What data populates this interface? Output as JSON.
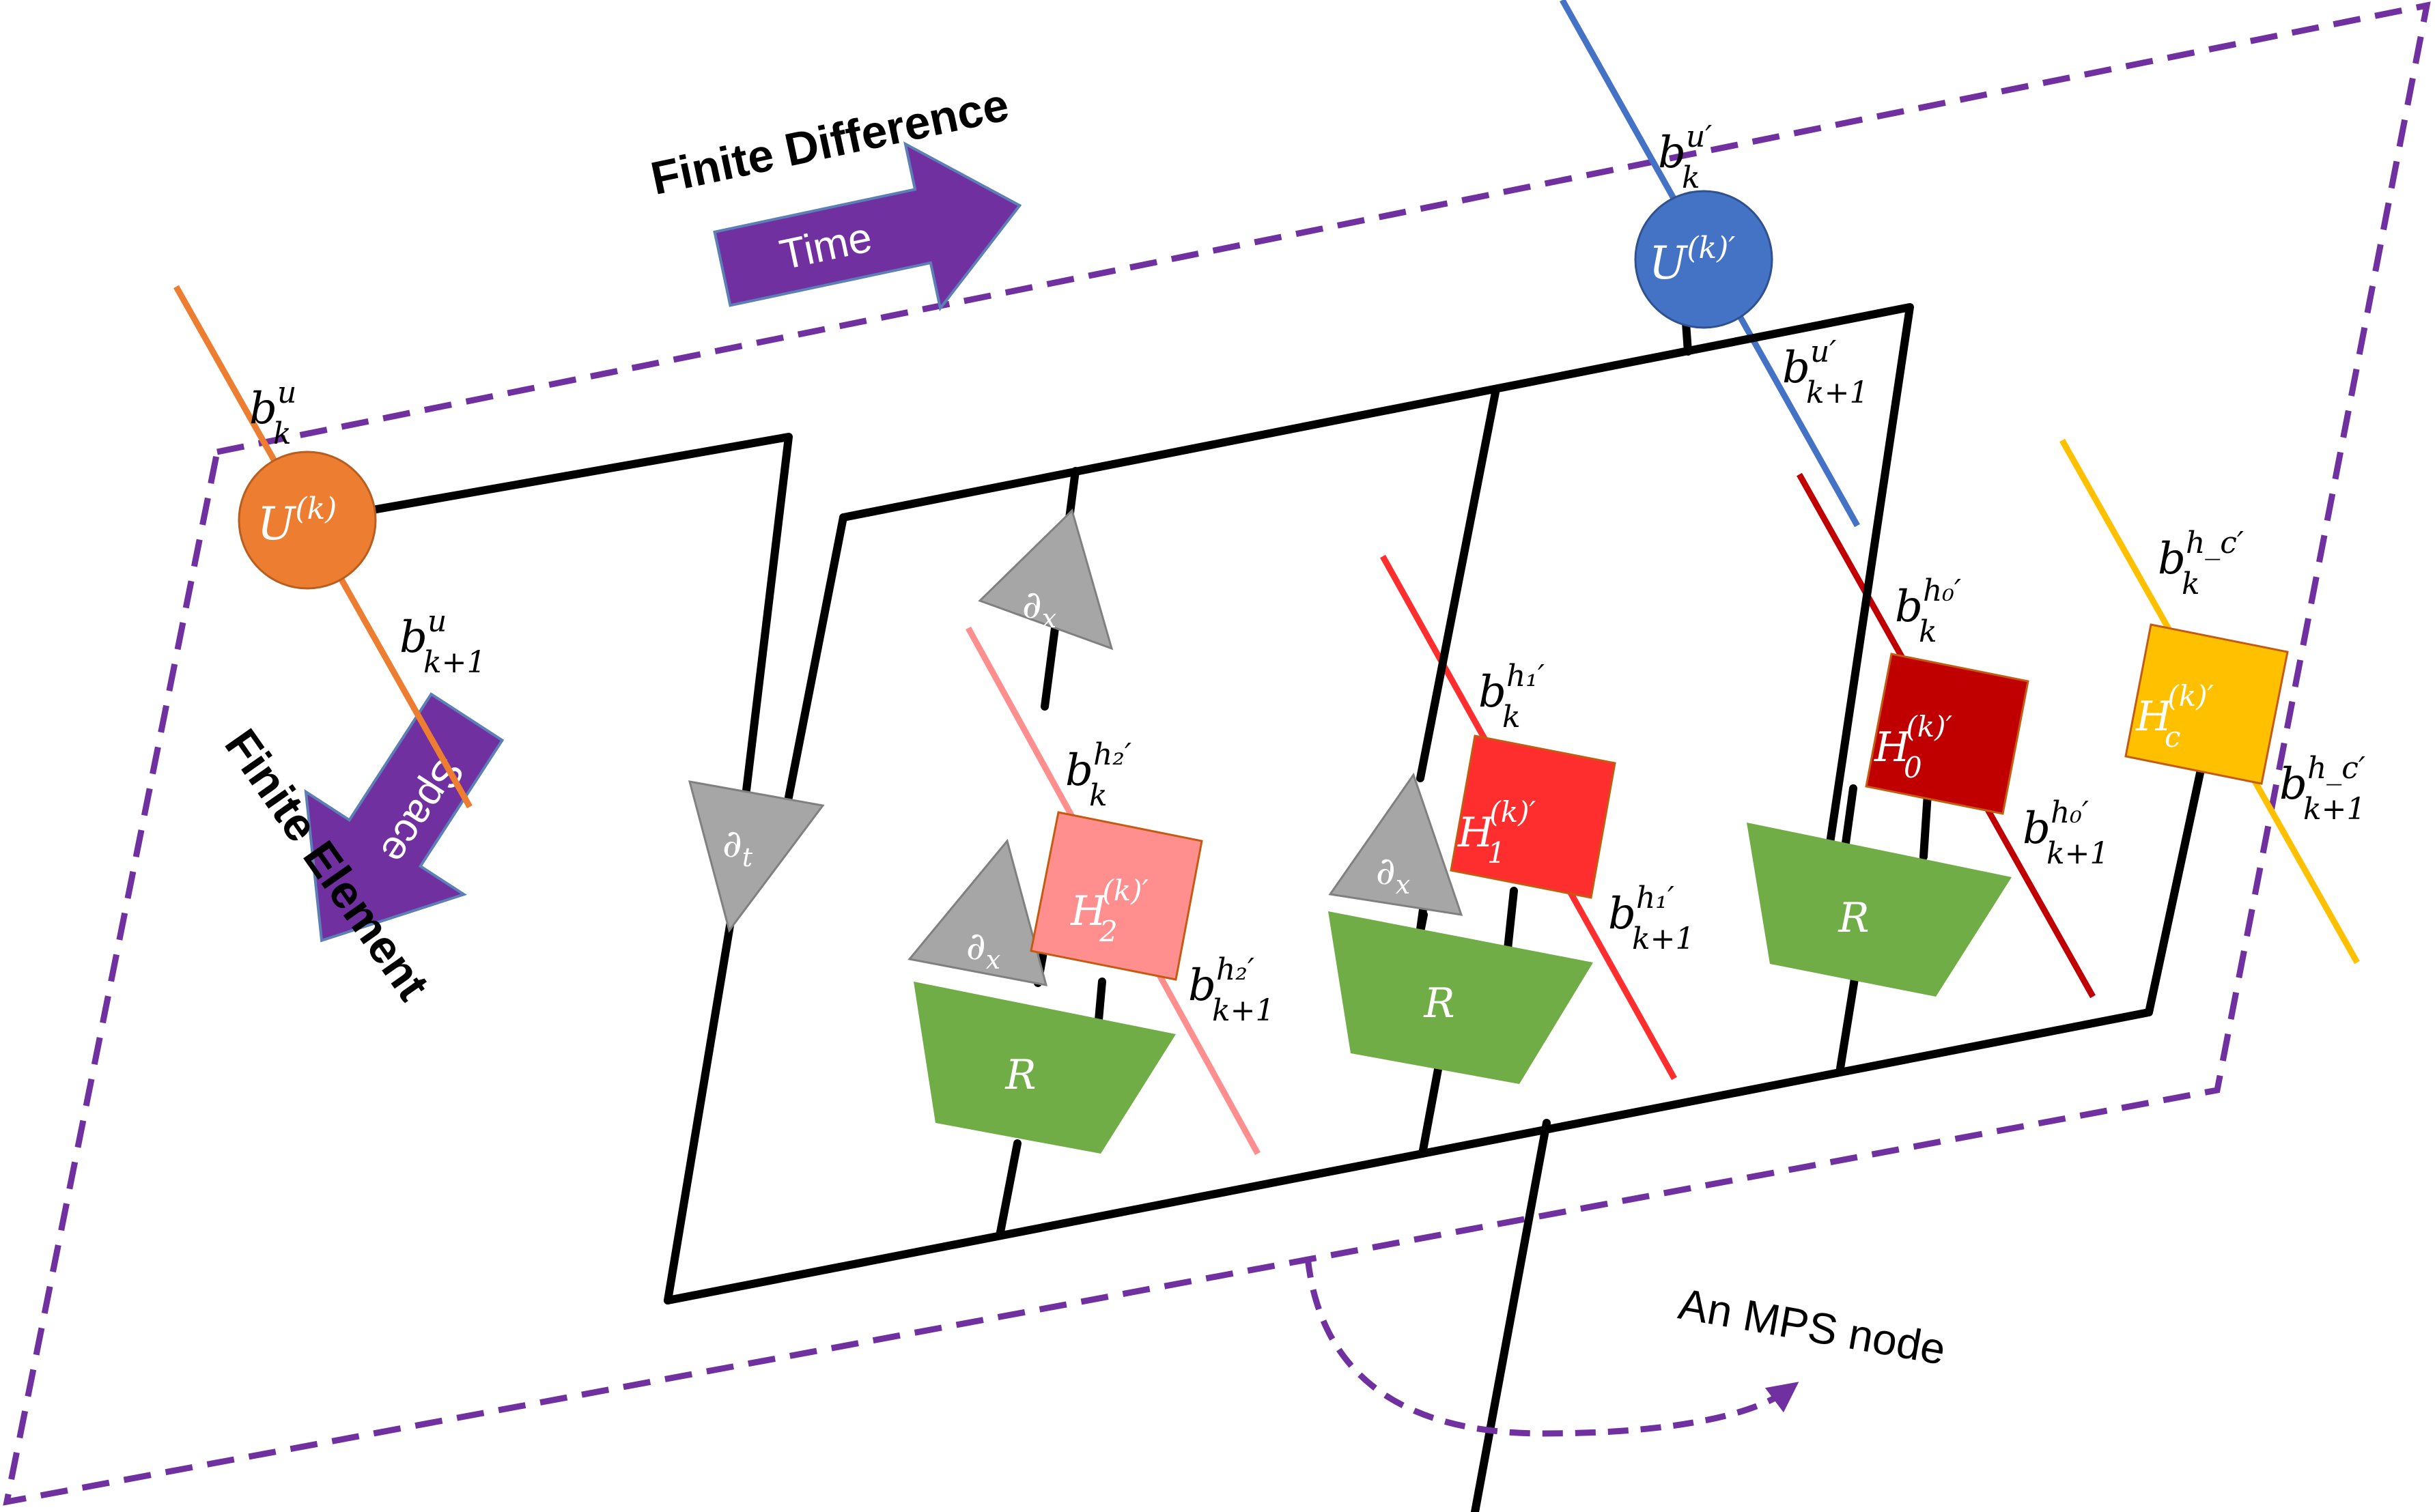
{
  "labels": {
    "finite_difference": "Finite Difference",
    "finite_element": "Finite Element",
    "time": "Time",
    "space": "Space",
    "mps_node": "An MPS node"
  },
  "nodes": {
    "u_k": {
      "base": "U",
      "sup": "(k)"
    },
    "u_k_prime": {
      "base": "U",
      "sup": "(k)′"
    },
    "h2": {
      "base": "H",
      "sub": "2",
      "sup": "(k)′"
    },
    "h1": {
      "base": "H",
      "sub": "1",
      "sup": "(k)′"
    },
    "h0": {
      "base": "H",
      "sub": "0",
      "sup": "(k)′"
    },
    "hc": {
      "base": "H",
      "sub": "c",
      "sup": "(k)′"
    },
    "dt": {
      "base": "∂",
      "sub": "t"
    },
    "dx": {
      "base": "∂",
      "sub": "x"
    },
    "r": "R"
  },
  "bonds": {
    "bu_k": {
      "base": "b",
      "sub": "k",
      "sup": "u"
    },
    "bu_k1": {
      "base": "b",
      "sub": "k+1",
      "sup": "u"
    },
    "bu_k_p": {
      "base": "b",
      "sub": "k",
      "sup": "u′"
    },
    "bu_k1_p": {
      "base": "b",
      "sub": "k+1",
      "sup": "u′"
    },
    "bh2_k": {
      "base": "b",
      "sub": "k",
      "sup": "h₂′"
    },
    "bh2_k1": {
      "base": "b",
      "sub": "k+1",
      "sup": "h₂′"
    },
    "bh1_k": {
      "base": "b",
      "sub": "k",
      "sup": "h₁′"
    },
    "bh1_k1": {
      "base": "b",
      "sub": "k+1",
      "sup": "h₁′"
    },
    "bh0_k": {
      "base": "b",
      "sub": "k",
      "sup": "h₀′"
    },
    "bh0_k1": {
      "base": "b",
      "sub": "k+1",
      "sup": "h₀′"
    },
    "bhc_k": {
      "base": "b",
      "sub": "k",
      "sup": "h_c′"
    },
    "bhc_k1": {
      "base": "b",
      "sub": "k+1",
      "sup": "h_c′"
    }
  },
  "colors": {
    "outline": "#7030a0",
    "arrow": "#7030a0",
    "u": "#ed7d31",
    "u_prime": "#4472c4",
    "h2": "#ff8f8f",
    "h1": "#ff2e2e",
    "h0": "#c00000",
    "hc": "#ffc000",
    "r": "#70ad47",
    "triangle": "#a6a6a6"
  }
}
